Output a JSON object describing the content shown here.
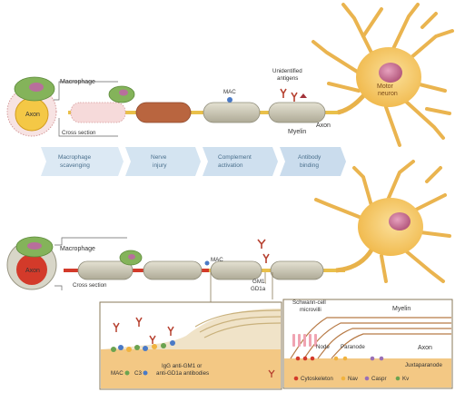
{
  "panel_top": {
    "labels": {
      "macrophage": "Macrophage",
      "axon_cross": "Axon",
      "cross_section": "Cross section",
      "mac": "MAC",
      "unidentified_antigens_1": "Unidentified",
      "unidentified_antigens_2": "antigens",
      "myelin": "Myelin",
      "axon": "Axon",
      "motor_neuron_1": "Motor",
      "motor_neuron_2": "neuron"
    },
    "steps": [
      {
        "line1": "Macrophage",
        "line2": "scavenging"
      },
      {
        "line1": "Nerve",
        "line2": "injury"
      },
      {
        "line1": "Complement",
        "line2": "activation"
      },
      {
        "line1": "Antibody",
        "line2": "binding"
      }
    ]
  },
  "panel_bottom": {
    "labels": {
      "macrophage": "Macrophage",
      "axon_cross": "Axon",
      "cross_section": "Cross section",
      "mac": "MAC",
      "gm1_1": "GM1,",
      "gm1_2": "GD1a",
      "schwann_1": "Schwann-cell",
      "schwann_2": "microvilli",
      "myelin": "Myelin",
      "axon": "Axon",
      "paranode": "Paranode",
      "node": "Node",
      "juxtaparanode": "Juxtaparanode"
    },
    "left_inset": {
      "ab_line1": "IgG anti-GM1 or",
      "ab_line2": "anti-GD1a antibodies",
      "c3": "C3",
      "mac": "MAC"
    },
    "right_inset_legend": {
      "kv": "Kv",
      "caspr": "Caspr",
      "nav": "Nav",
      "cytoskeleton": "Cytoskeleton"
    }
  },
  "colors": {
    "axon": "#e9c04a",
    "myelin": "#c9c6b4",
    "degenerating": "#b9653f",
    "macrophage": "#7fae55",
    "neuron_body": "#f3c257",
    "nucleus": "#c8708c",
    "step_arrow": "#d8e7f3",
    "antibody": "#b6402f",
    "mac": "#4a7ac6",
    "inset_border": "#8a7a5a",
    "axon_red": "#d33a2a"
  }
}
